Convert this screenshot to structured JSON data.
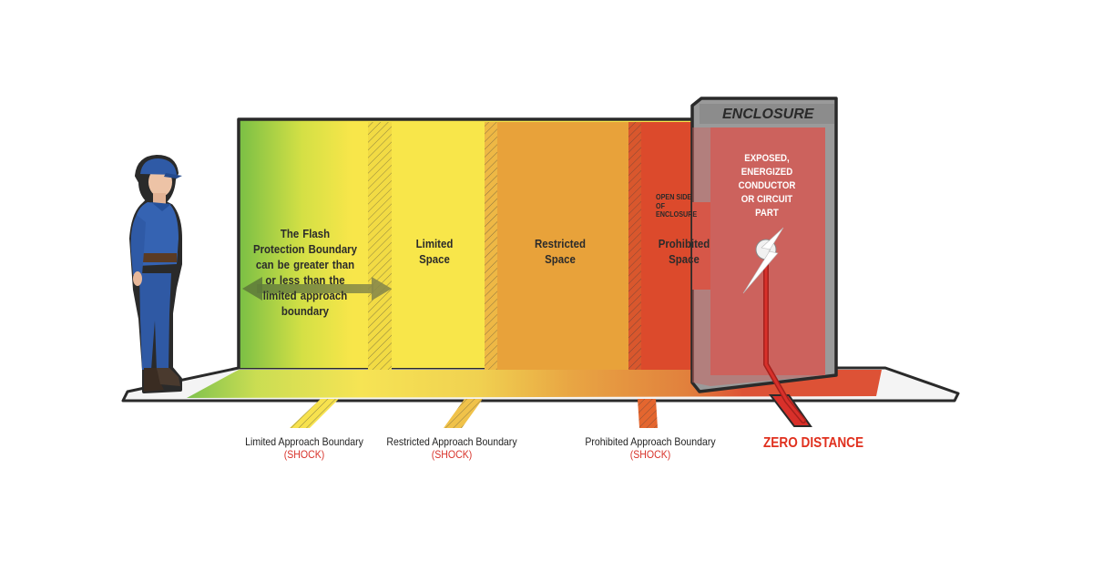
{
  "zones": {
    "flash_protection": "The Flash Protection Boundary can be greater than or less than the limited approach boundary",
    "limited_space": "Limited Space",
    "restricted_space": "Restricted Space",
    "prohibited_space": "Prohibited Space"
  },
  "enclosure": {
    "title": "ENCLOSURE",
    "conductor_label": "EXPOSED, ENERGIZED CONDUCTOR OR CIRCUIT PART",
    "open_side_label": "OPEN SIDE OF ENCLOSURE"
  },
  "boundaries": [
    {
      "name": "Limited Approach Boundary",
      "note": "(SHOCK)"
    },
    {
      "name": "Restricted Approach Boundary",
      "note": "(SHOCK)"
    },
    {
      "name": "Prohibited Approach Boundary",
      "note": "(SHOCK)"
    }
  ],
  "zero_distance": "ZERO DISTANCE",
  "icons": [
    "worker-figure",
    "lightning-bolt-icon",
    "double-arrow-icon"
  ],
  "colors": {
    "green": "#7dc243",
    "yellow": "#f8e64a",
    "orange": "#e8a23a",
    "red": "#dc4a2c",
    "enclosure_gray": "#9a9a9a",
    "accent_red": "#e0301e"
  }
}
